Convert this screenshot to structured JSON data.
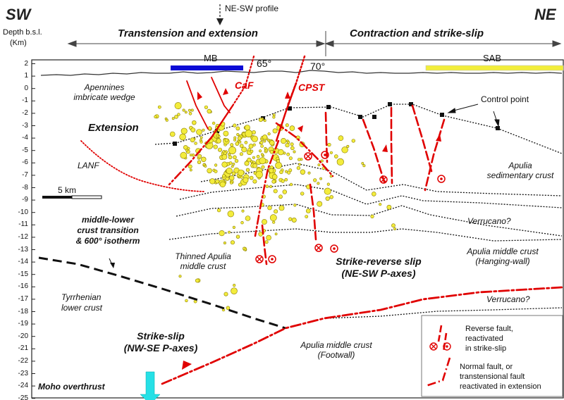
{
  "corners": {
    "left": "SW",
    "right": "NE"
  },
  "profile_label": "NE-SW profile",
  "axis": {
    "label_line1": "Depth b.s.l.",
    "label_line2": "(Km)",
    "ticks": [
      "2",
      "1",
      "0",
      "-1",
      "-2",
      "-3",
      "-4",
      "-5",
      "-6",
      "-7",
      "-8",
      "-9",
      "-10",
      "-11",
      "-12",
      "-13",
      "-14",
      "-15",
      "-16",
      "-17",
      "-18",
      "-19",
      "-20",
      "-21",
      "-22",
      "-23",
      "-24",
      "-25"
    ]
  },
  "headings": {
    "left": "Transtension and extension",
    "right": "Contraction and strike-slip"
  },
  "bars": {
    "mb": "MB",
    "sab": "SAB",
    "mb_color": "#0b0bd6",
    "sab_color": "#f2ee3a"
  },
  "dips": {
    "caf": "65°",
    "cpst": "70°"
  },
  "faults": {
    "caf": "CaF",
    "cpst": "CPST"
  },
  "labels": {
    "wedge1": "Apennines",
    "wedge2": "imbricate wedge",
    "extension": "Extension",
    "lanf": "LANF",
    "scale": "5 km",
    "transition1": "middle-lower",
    "transition2": "crust transition",
    "transition3": "& 600° isotherm",
    "thinned1": "Thinned Apulia",
    "thinned2": "middle crust",
    "tyrr1": "Tyrrhenian",
    "tyrr2": "lower crust",
    "strikeslip1": "Strike-slip",
    "strikeslip2": "(NW-SE P-axes)",
    "strikerev1": "Strike-reverse slip",
    "strikerev2": "(NE-SW P-axes)",
    "control": "Control point",
    "apulia_sed1": "Apulia",
    "apulia_sed2": "sedimentary crust",
    "verrucano1": "Verrucano?",
    "verrucano2": "Verrucano?",
    "apulia_hw1": "Apulia middle crust",
    "apulia_hw2": "(Hanging-wall)",
    "apulia_fw1": "Apulia middle crust",
    "apulia_fw2": "(Footwall)",
    "moho": "Moho overthrust"
  },
  "legend": {
    "item1_l1": "Reverse fault,",
    "item1_l2": "reactivated",
    "item1_l3": "in strike-slip",
    "item2_l1": "Normal fault, or",
    "item2_l2": "transtensional fault",
    "item2_l3": "reactivated in extension"
  },
  "colors": {
    "fault": "#e00000",
    "quake": "#f3ec3c",
    "arrow": "#26e0e6"
  }
}
